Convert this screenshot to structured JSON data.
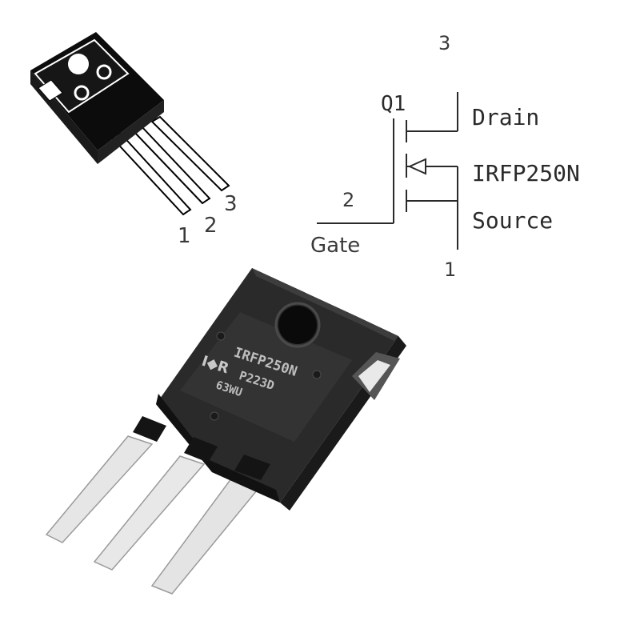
{
  "package_outline": {
    "pin_labels": [
      "1",
      "2",
      "3"
    ]
  },
  "schematic": {
    "designator": "Q1",
    "part_number": "IRFP250N",
    "pin3_number": "3",
    "pin2_number": "2",
    "pin1_number": "1",
    "drain_label": "Drain",
    "gate_label": "Gate",
    "source_label": "Source"
  },
  "photo": {
    "marking_line1": "IRFP250N",
    "logo_text": "I◆R",
    "marking_line2": "P223D",
    "marking_line3": "63WU"
  }
}
